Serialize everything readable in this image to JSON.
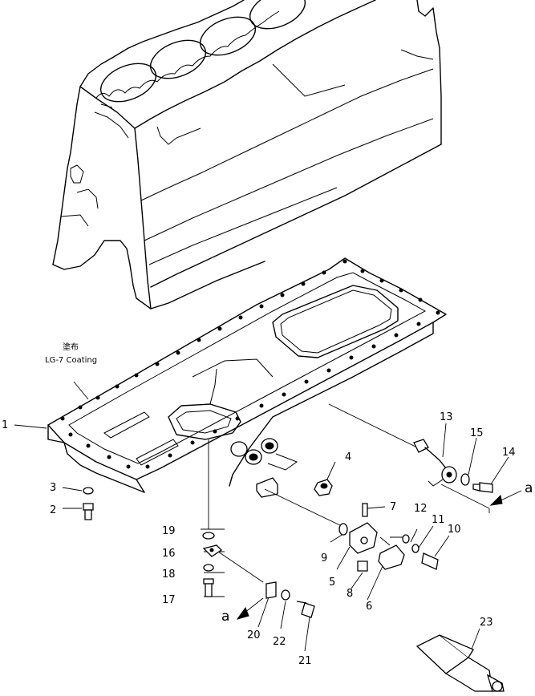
{
  "coating_note": {
    "kanji": "塗布",
    "text": "LG-7 Coating"
  },
  "ref_marker": "a",
  "callouts": [
    "1",
    "2",
    "3",
    "4",
    "5",
    "6",
    "7",
    "8",
    "9",
    "10",
    "11",
    "12",
    "13",
    "14",
    "15",
    "16",
    "17",
    "18",
    "19",
    "20",
    "21",
    "22",
    "23"
  ]
}
